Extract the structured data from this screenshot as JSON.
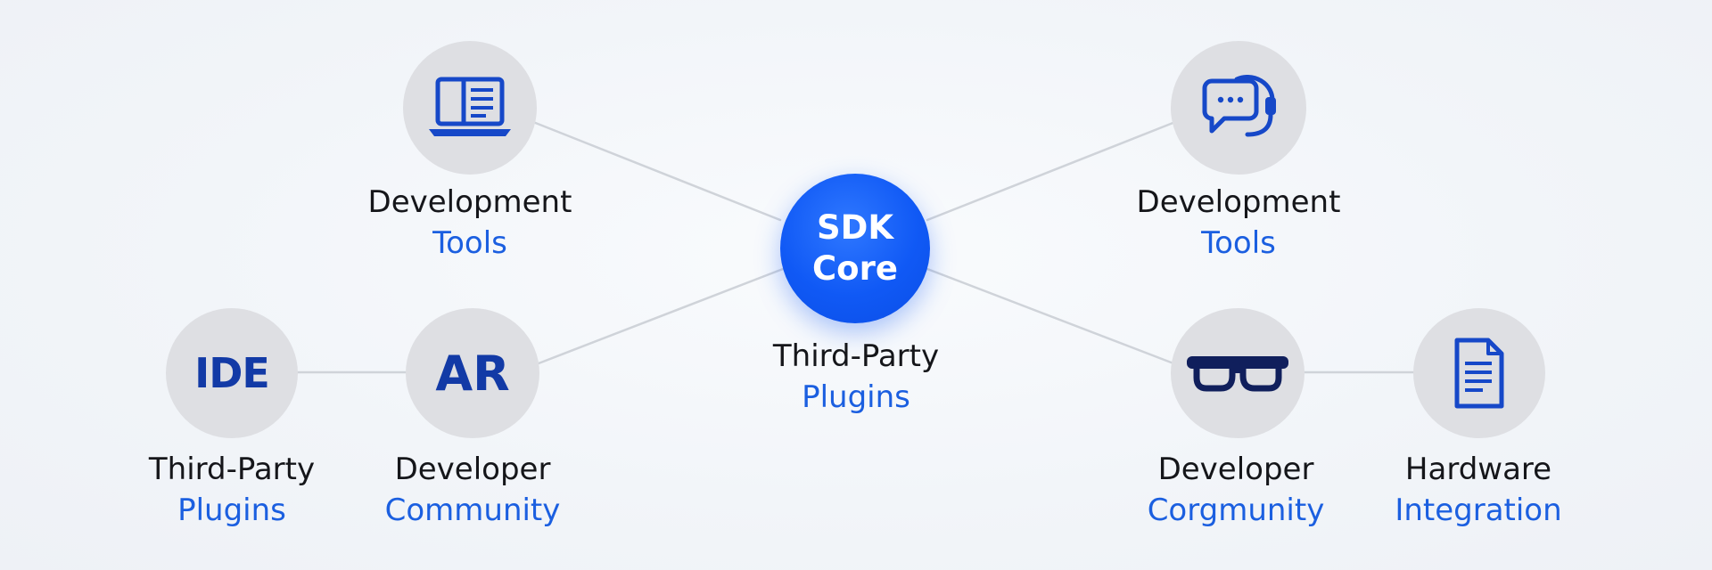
{
  "colors": {
    "accent": "#1059f5",
    "label_primary": "#15161a",
    "label_secondary": "#1b5fe0",
    "node_fill": "#dedfe3",
    "icon_stroke": "#1648c8",
    "link": "#cfd3d9"
  },
  "core": {
    "line1": "SDK",
    "line2": "Core",
    "label_line1": "Third-Party",
    "label_line2": "Plugins"
  },
  "nodes": [
    {
      "id": "dev-tools-left",
      "icon": "laptop-document-icon",
      "line1": "Development",
      "line2": "Tools"
    },
    {
      "id": "dev-tools-right",
      "icon": "chat-headset-icon",
      "line1": "Development",
      "line2": "Tools"
    },
    {
      "id": "ar",
      "icon_text": "AR",
      "line1": "Developer",
      "line2": "Community"
    },
    {
      "id": "ide",
      "icon_text": "IDE",
      "line1": "Third-Party",
      "line2": "Plugins"
    },
    {
      "id": "glasses",
      "icon": "ar-glasses-icon",
      "line1": "Developer",
      "line2": "Corgmunity"
    },
    {
      "id": "hardware",
      "icon": "document-icon",
      "line1": "Hardware",
      "line2": "Integration"
    }
  ]
}
